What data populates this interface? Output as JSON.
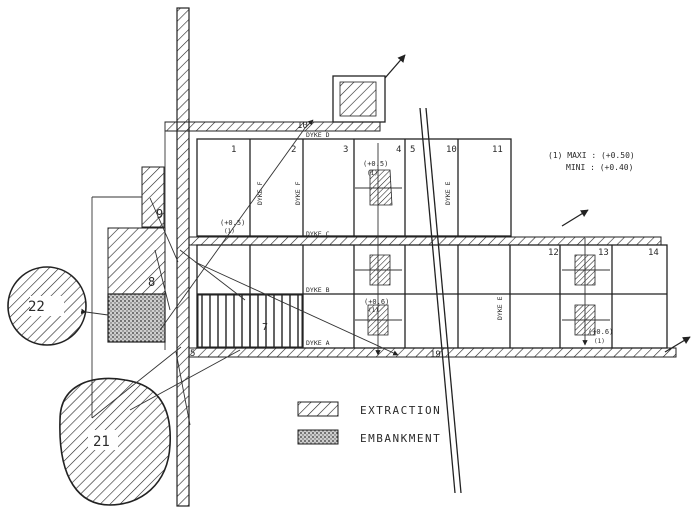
{
  "legend": {
    "extraction": "EXTRACTION",
    "embankment": "EMBANKMENT"
  },
  "note": {
    "line1": "(1) MAXI : (+0.50)",
    "line2": "MINI : (+0.40)"
  },
  "cells": {
    "c1": "1",
    "c2": "2",
    "c3": "3",
    "c4": "4",
    "c5": "5",
    "c10": "10",
    "c11": "11",
    "c12": "12",
    "c13": "13",
    "c14": "14"
  },
  "dykes": {
    "d": "DYKE D",
    "c": "DYKE C",
    "b": "DYKE B",
    "a": "DYKE A",
    "f": "DYKE F",
    "f2": "DYKE F",
    "e": "DYKE E",
    "e2": "DYKE E"
  },
  "elevations": {
    "e1": "(+0.5)",
    "e1b": "(1)",
    "e2": "(+0.5)",
    "e2b": "(1)",
    "e3": "(+0.6)",
    "e3b": "(1)",
    "e4": "(+0.6)",
    "e4b": "(1)"
  },
  "borrow": {
    "b22": "22",
    "b21": "21",
    "b9": "9",
    "b8": "8",
    "b5": "5",
    "b10": "10",
    "b19": "19",
    "b7": "7"
  },
  "colors": {
    "ink": "#222222",
    "paper": "#ffffff"
  }
}
